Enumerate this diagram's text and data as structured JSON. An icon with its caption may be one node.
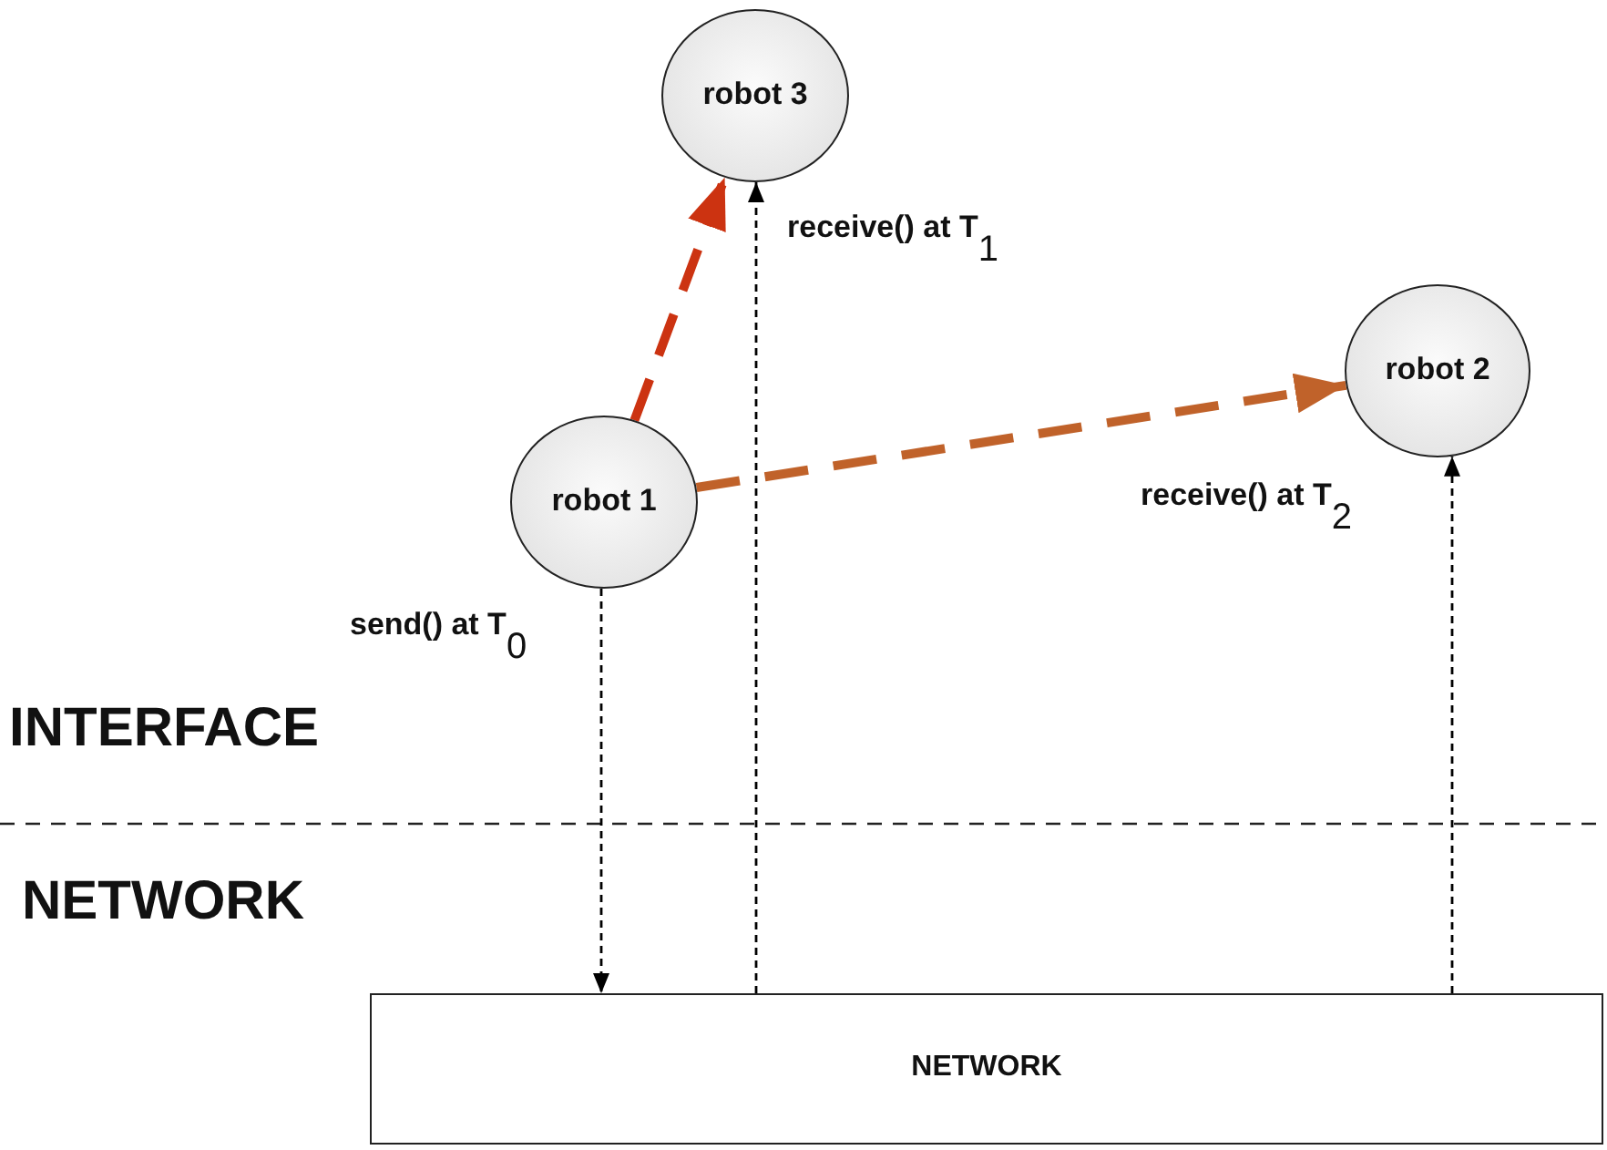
{
  "diagram": {
    "nodes": [
      {
        "text": [
          "robot 3"
        ]
      },
      {
        "text": [
          "robot 2"
        ]
      },
      {
        "text": [
          "robot 1"
        ]
      },
      {
        "text": [
          "NETWORK"
        ]
      }
    ],
    "edges": [
      {
        "from": 2,
        "to": 0,
        "arrow": "to",
        "style": "dashed",
        "color": "#cc3311"
      },
      {
        "from": 2,
        "to": 1,
        "arrow": "to",
        "style": "dashed",
        "color": "#c0622a"
      },
      {
        "from": 2,
        "to": 3,
        "arrow": "to",
        "label": "send() at T$_{0}$"
      },
      {
        "from": 3,
        "to": 0,
        "arrow": "to",
        "label": "receive() at T$_{1}$"
      },
      {
        "from": 3,
        "to": 1,
        "arrow": "to",
        "label": "receive() at T$_{2}$"
      }
    ],
    "labels": [
      "INTERFACE",
      "NETWORK"
    ]
  }
}
